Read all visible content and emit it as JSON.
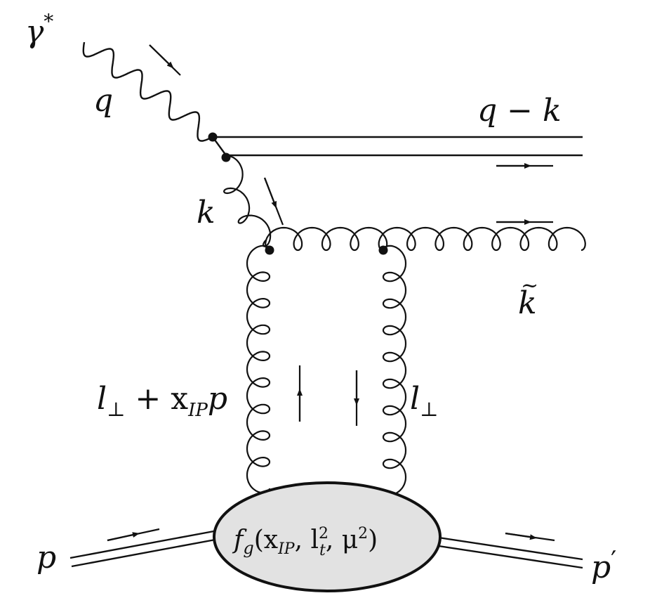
{
  "colors": {
    "ink": "#111111",
    "blob_fill": "#e2e2e2",
    "background": "#ffffff"
  },
  "labels": {
    "photon": "γ",
    "photon_star": "*",
    "photon_momentum": "q",
    "outgoing_quark": "q − k",
    "gluon_momentum": "k",
    "gluon_tilde": "k",
    "tilde_mark": "~",
    "left_t_channel_l": "l",
    "left_t_channel_perp": "⊥",
    "left_t_channel_rest": " + x",
    "left_t_channel_pom": "IP",
    "left_t_channel_p": "p",
    "right_t_channel_l": "l",
    "right_t_channel_perp": "⊥",
    "proton_in": "p",
    "proton_out": "p",
    "prime": "′",
    "gpd_f": "f",
    "gpd_g": "g",
    "gpd_open": "(x",
    "gpd_pom": "IP",
    "gpd_comma1": ", l",
    "gpd_lt_sup": "2",
    "gpd_lt_sub": "t",
    "gpd_comma2": ", μ",
    "gpd_mu_sup": "2",
    "gpd_close": ")"
  }
}
